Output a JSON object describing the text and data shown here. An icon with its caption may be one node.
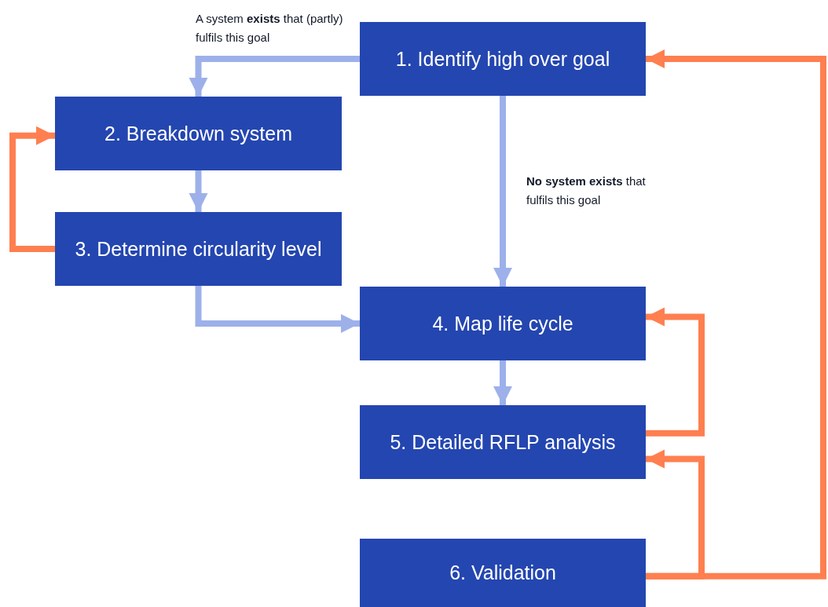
{
  "diagram": {
    "nodes": [
      {
        "text": [
          "1. Identify high over goal"
        ]
      },
      {
        "text": [
          "2. Breakdown system"
        ]
      },
      {
        "text": [
          "3. Determine circularity level"
        ]
      },
      {
        "text": [
          "4. Map life cycle"
        ]
      },
      {
        "text": [
          "5. Detailed RFLP analysis"
        ]
      },
      {
        "text": [
          "6. Validation"
        ]
      }
    ],
    "edges": [
      {
        "from": 0,
        "to": 1,
        "arrow": "to",
        "label": "A system **exists** that (partly) fulfils this goal"
      },
      {
        "from": 1,
        "to": 2,
        "arrow": "to"
      },
      {
        "from": 2,
        "to": 3,
        "arrow": "to"
      },
      {
        "from": 0,
        "to": 3,
        "arrow": "to",
        "label": "**No system exists** that fulfils this goal"
      },
      {
        "from": 3,
        "to": 4,
        "arrow": "to"
      },
      {
        "from": 2,
        "to": 1,
        "arrow": "to",
        "color": "#ff7f50"
      },
      {
        "from": 4,
        "to": 3,
        "arrow": "to",
        "color": "#ff7f50"
      },
      {
        "from": 5,
        "to": 4,
        "arrow": "to",
        "color": "#ff7f50"
      },
      {
        "from": 5,
        "to": 0,
        "arrow": "to",
        "color": "#ff7f50"
      }
    ]
  }
}
